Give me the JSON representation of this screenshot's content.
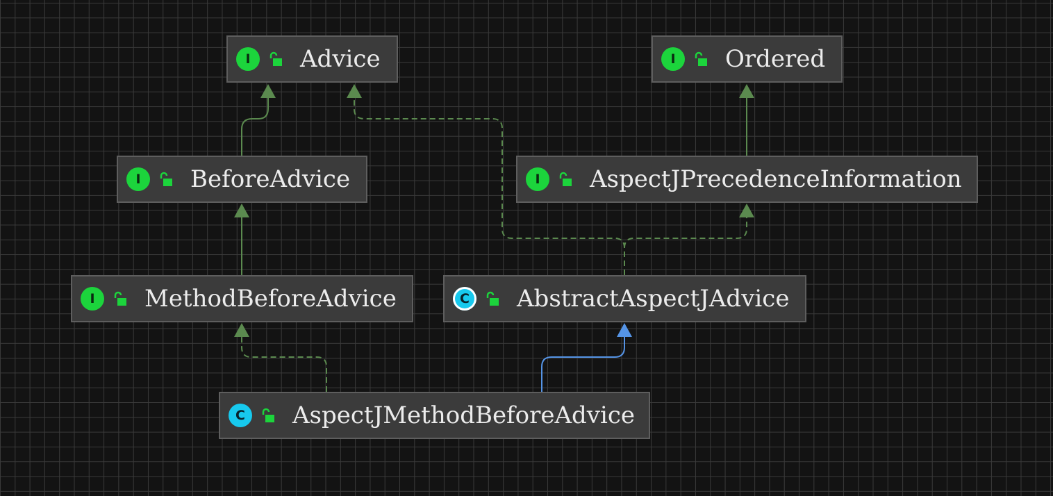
{
  "colors": {
    "background": "#131313",
    "grid": "#3a3a3a",
    "node_fill": "#3b3b3b",
    "node_border": "#5e5e5e",
    "interface_badge": "#1cd43c",
    "class_badge": "#17c9ee",
    "interface_edge": "#5b8a4f",
    "class_edge": "#5594e6"
  },
  "nodes": [
    {
      "id": "advice",
      "label": "Advice",
      "kind": "interface",
      "kind_icon": "interface-icon",
      "badge_text": "I"
    },
    {
      "id": "ordered",
      "label": "Ordered",
      "kind": "interface",
      "kind_icon": "interface-icon",
      "badge_text": "I"
    },
    {
      "id": "before_advice",
      "label": "BeforeAdvice",
      "kind": "interface",
      "kind_icon": "interface-icon",
      "badge_text": "I"
    },
    {
      "id": "aspectj_precedence_information",
      "label": "AspectJPrecedenceInformation",
      "kind": "interface",
      "kind_icon": "interface-icon",
      "badge_text": "I"
    },
    {
      "id": "method_before_advice",
      "label": "MethodBeforeAdvice",
      "kind": "interface",
      "kind_icon": "interface-icon",
      "badge_text": "I"
    },
    {
      "id": "abstract_aspectj_advice",
      "label": "AbstractAspectJAdvice",
      "kind": "abstract",
      "kind_icon": "abstract-class-icon",
      "badge_text": "C"
    },
    {
      "id": "aspectj_method_before_advice",
      "label": "AspectJMethodBeforeAdvice",
      "kind": "class",
      "kind_icon": "class-icon",
      "badge_text": "C"
    }
  ],
  "edges": [
    {
      "from": "before_advice",
      "to": "advice",
      "relation": "extends"
    },
    {
      "from": "method_before_advice",
      "to": "before_advice",
      "relation": "extends"
    },
    {
      "from": "aspectj_precedence_information",
      "to": "ordered",
      "relation": "extends"
    },
    {
      "from": "abstract_aspectj_advice",
      "to": "advice",
      "relation": "implements"
    },
    {
      "from": "abstract_aspectj_advice",
      "to": "aspectj_precedence_information",
      "relation": "implements"
    },
    {
      "from": "aspectj_method_before_advice",
      "to": "method_before_advice",
      "relation": "implements"
    },
    {
      "from": "aspectj_method_before_advice",
      "to": "abstract_aspectj_advice",
      "relation": "extends-class"
    }
  ]
}
